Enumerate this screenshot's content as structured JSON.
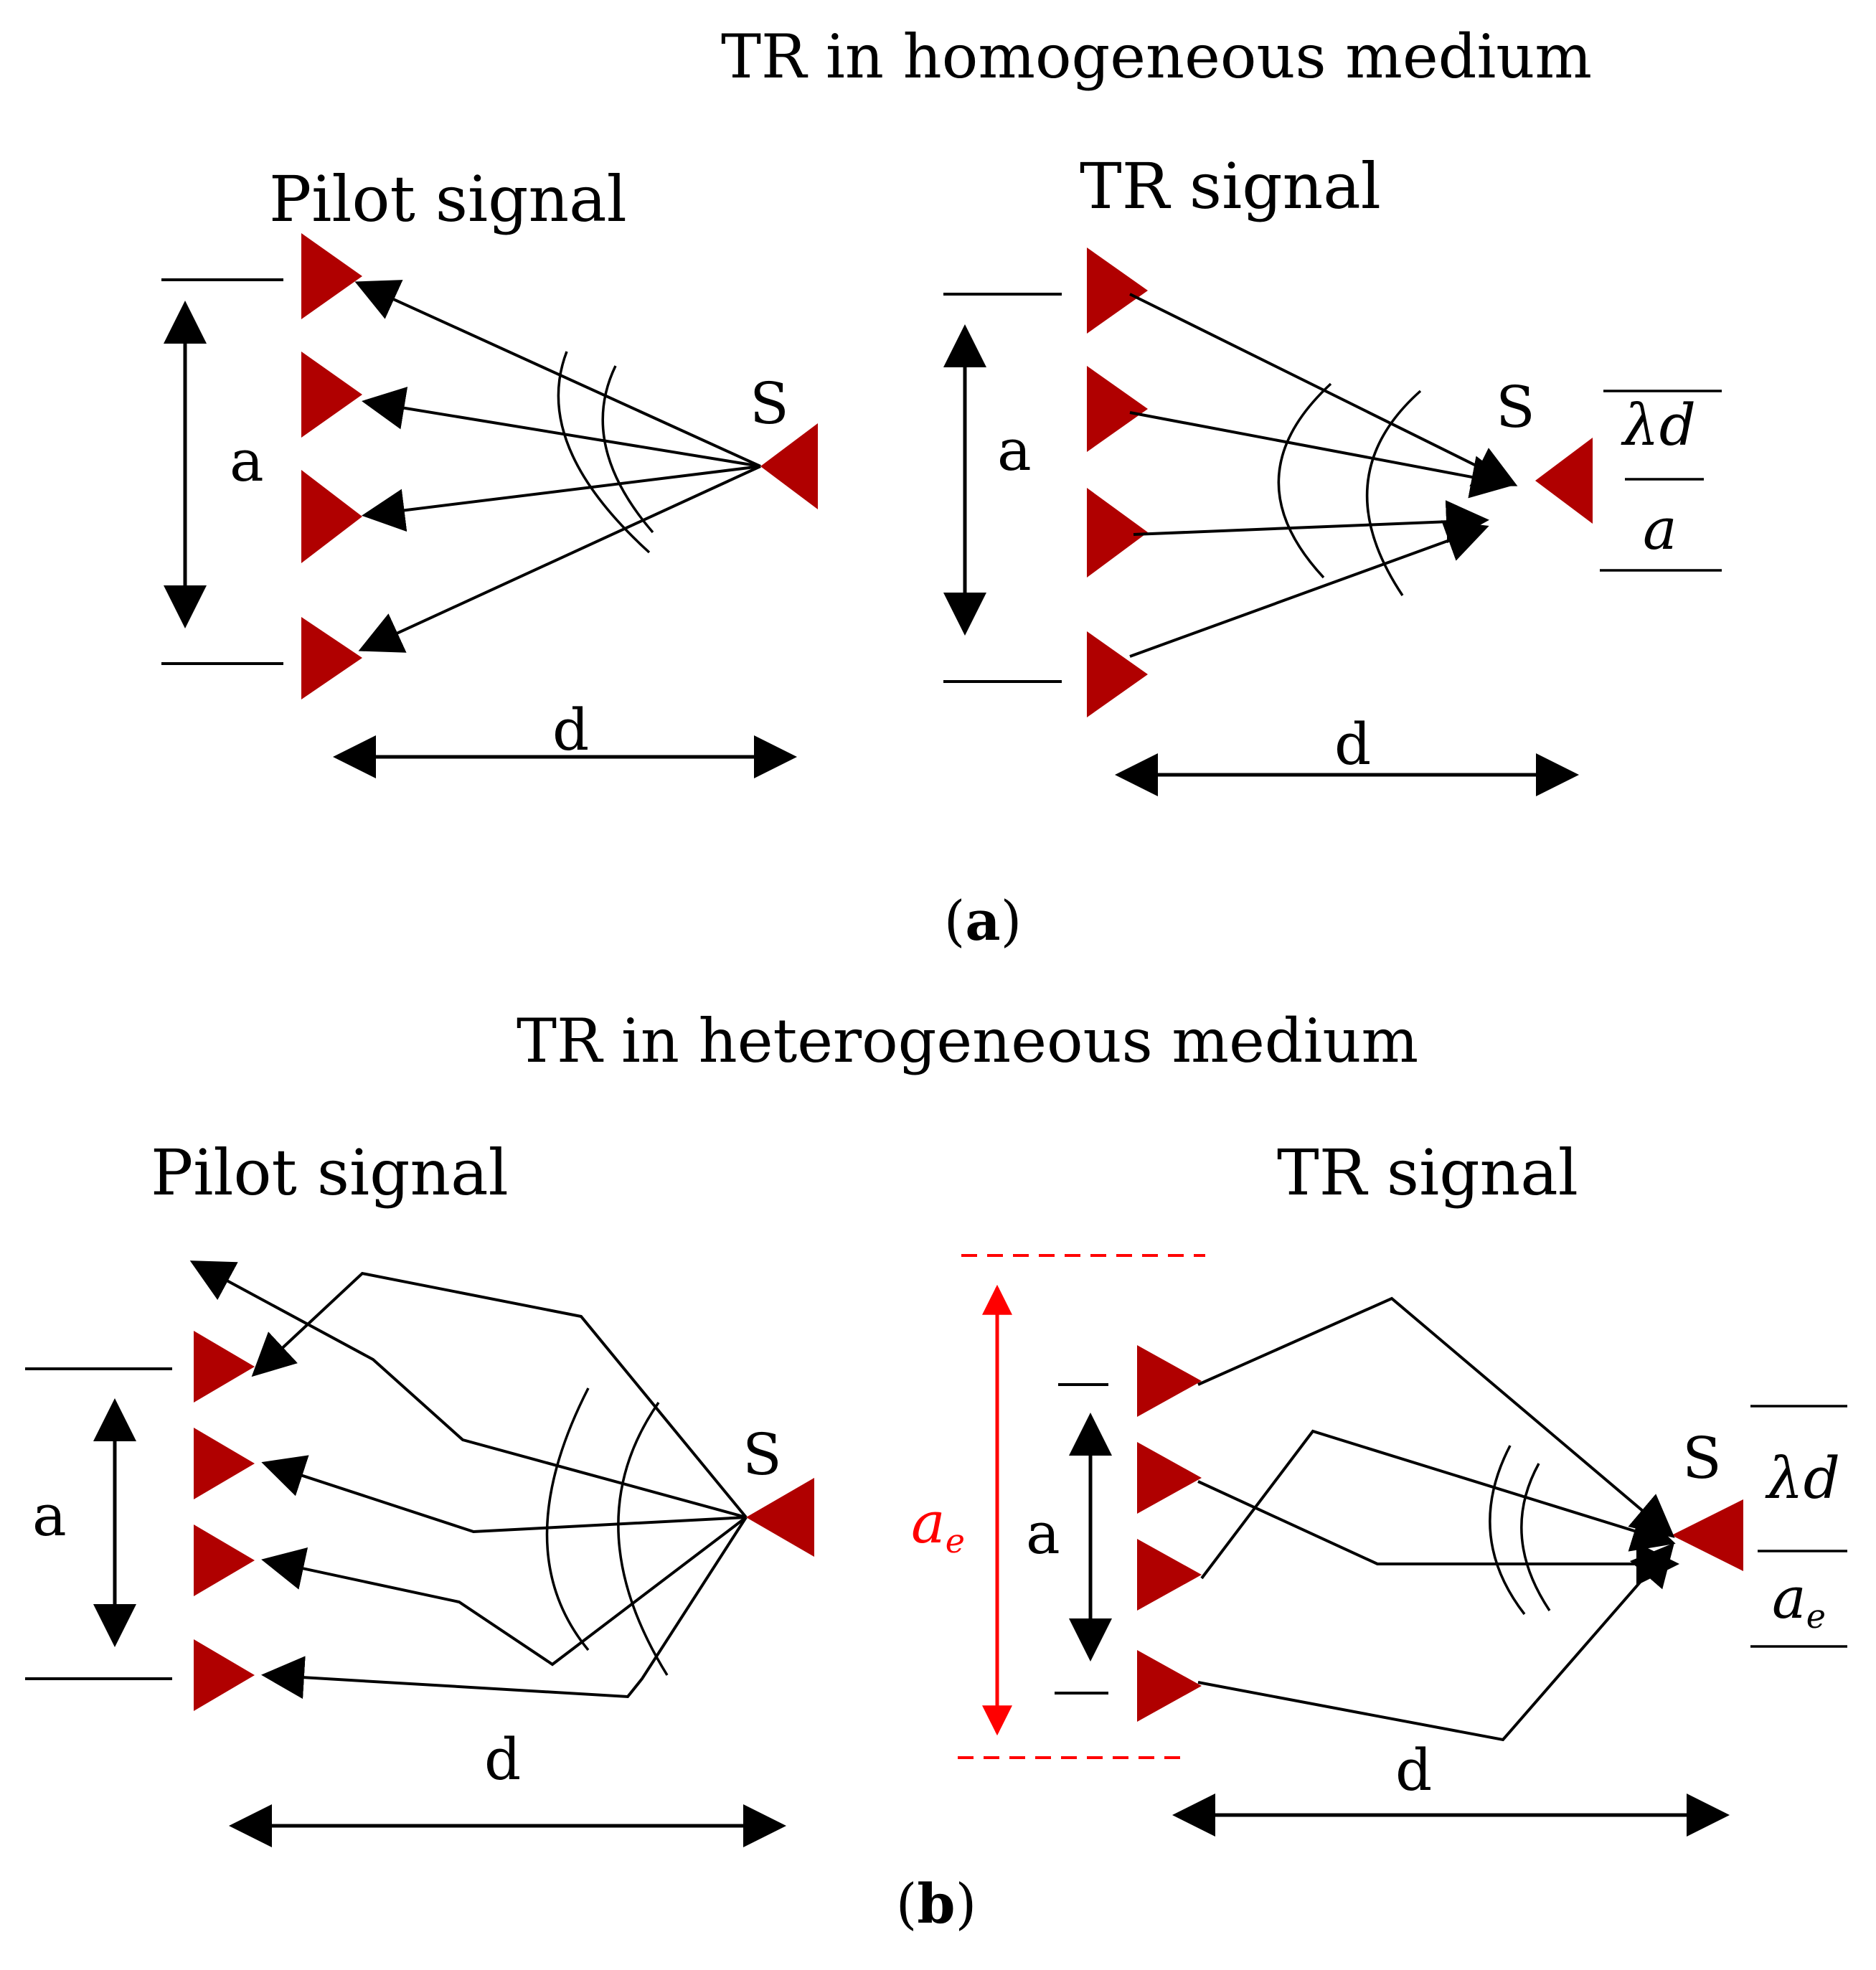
{
  "panel_a": {
    "title": "TR in homogeneous medium",
    "caption_open": "(",
    "caption_letter": "a",
    "caption_close": ")",
    "pilot": {
      "label": "Pilot signal",
      "a_label": "a",
      "d_label": "d",
      "s_label": "S"
    },
    "tr": {
      "label": "TR signal",
      "a_label": "a",
      "d_label": "d",
      "s_label": "S",
      "res_num": "λd",
      "res_den": "a"
    }
  },
  "panel_b": {
    "title": "TR in heterogeneous medium",
    "caption_open": "(",
    "caption_letter": "b",
    "caption_close": ")",
    "pilot": {
      "label": "Pilot signal",
      "a_label": "a",
      "d_label": "d",
      "s_label": "S"
    },
    "tr": {
      "label": "TR signal",
      "a_label": "a",
      "ae_label": "a",
      "ae_sub": "e",
      "d_label": "d",
      "s_label": "S",
      "res_num": "λd",
      "res_den": "a",
      "res_den_sub": "e"
    }
  },
  "colors": {
    "antenna": "#b00000",
    "line": "#000000",
    "effective_aperture": "#ff0000"
  }
}
